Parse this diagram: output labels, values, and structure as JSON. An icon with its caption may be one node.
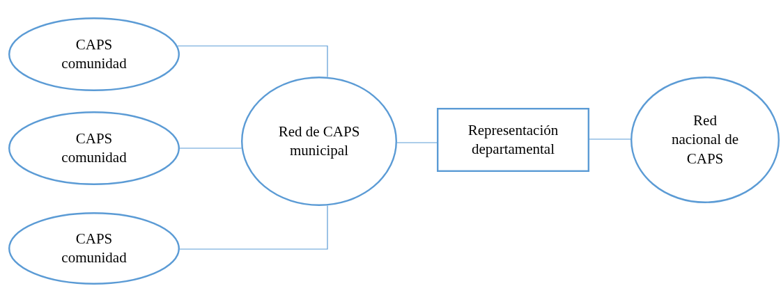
{
  "diagram": {
    "nodes": [
      {
        "text": [
          "CAPS comunidad"
        ]
      },
      {
        "text": [
          "CAPS comunidad"
        ]
      },
      {
        "text": [
          "CAPS comunidad"
        ]
      },
      {
        "text": [
          "Red de CAPS municipal"
        ]
      },
      {
        "text": [
          "Representación departamental"
        ]
      },
      {
        "text": [
          "Red nacional de CAPS"
        ]
      }
    ],
    "edges": [
      {
        "from": 0,
        "to": 3,
        "arrow": "none"
      },
      {
        "from": 1,
        "to": 3,
        "arrow": "none"
      },
      {
        "from": 2,
        "to": 3,
        "arrow": "none"
      },
      {
        "from": 3,
        "to": 4,
        "arrow": "none"
      },
      {
        "from": 4,
        "to": 5,
        "arrow": "none"
      }
    ]
  }
}
